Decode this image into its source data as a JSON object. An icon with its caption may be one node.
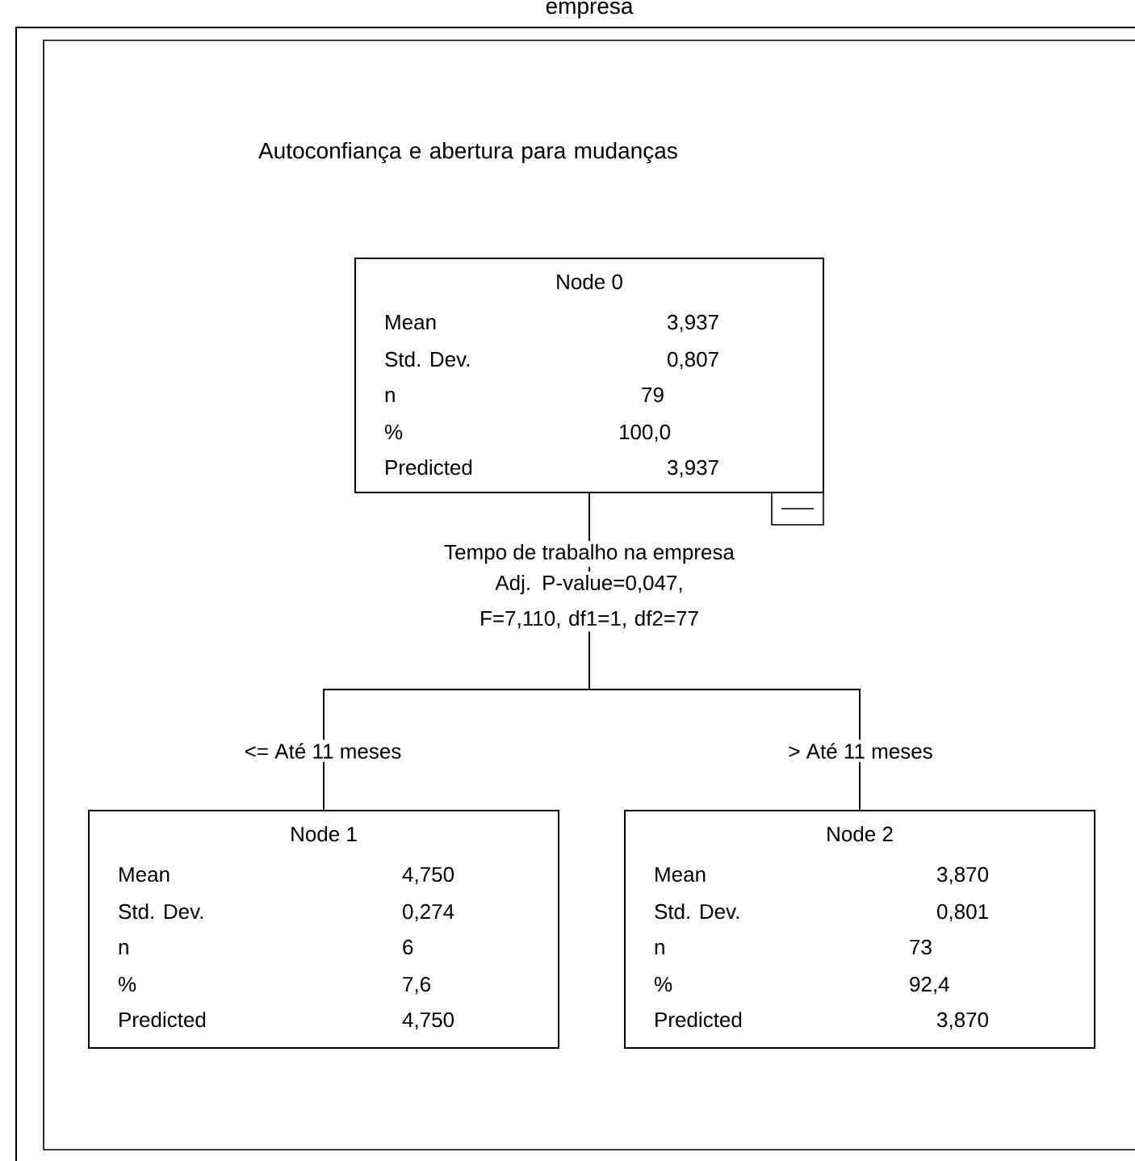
{
  "diagram": {
    "title": "Autoconfiança e abertura para mudanças",
    "nodes": [
      {
        "text": [
          "Node 0",
          "Mean",
          "3,937",
          "Std. Dev.",
          "0,807",
          "n",
          "79",
          "%",
          "100,0",
          "Predicted",
          "3,937"
        ]
      },
      {
        "text": [
          "Node 1",
          "Mean",
          "4,750",
          "Std. Dev.",
          "0,274",
          "n",
          "6",
          "%",
          "7,6",
          "Predicted",
          "4,750"
        ]
      },
      {
        "text": [
          "Node 2",
          "Mean",
          "3,870",
          "Std. Dev.",
          "0,801",
          "n",
          "73",
          "%",
          "92,4",
          "Predicted",
          "3,870"
        ]
      }
    ],
    "edges": [
      {
        "from": 0,
        "to": 1,
        "arrow": "none",
        "label": "<= Até 11 meses"
      },
      {
        "from": 0,
        "to": 2,
        "arrow": "none",
        "label": "> Até 11 meses"
      }
    ],
    "labels": [
      "empresa",
      "Tempo de trabalho na empresa",
      "Adj. P-value=0,047, F=7,110, df1=1, df2=77"
    ]
  }
}
